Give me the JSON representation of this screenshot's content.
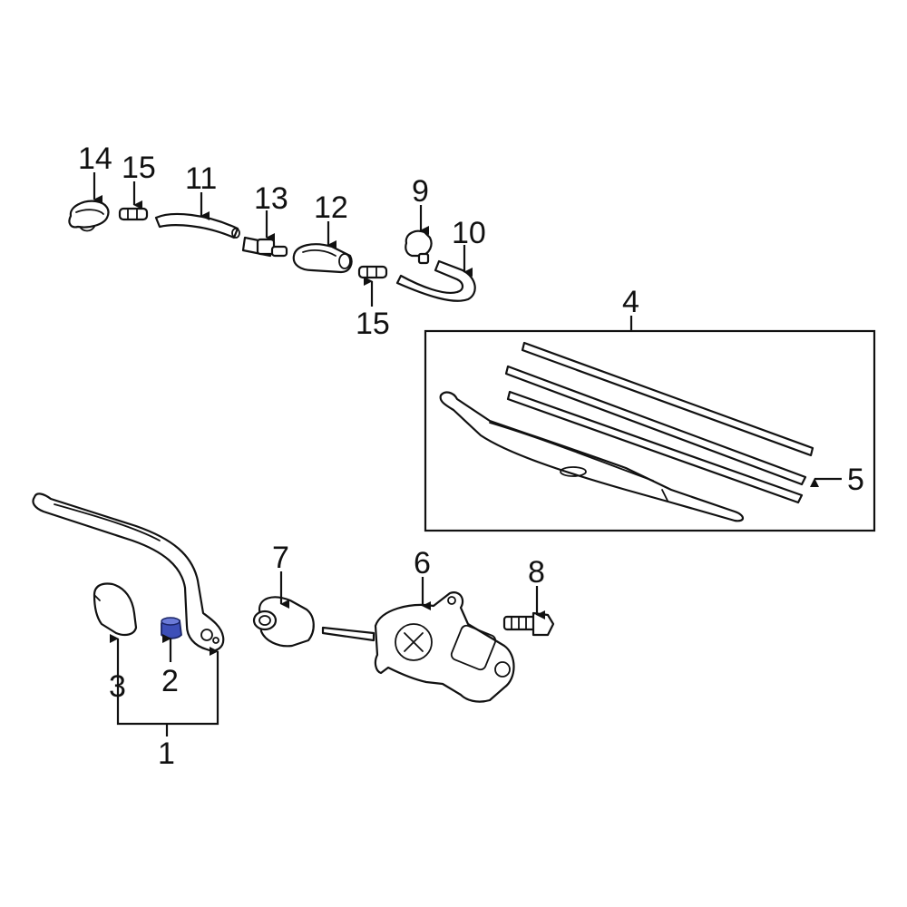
{
  "callouts": {
    "c1": "1",
    "c2": "2",
    "c3": "3",
    "c4": "4",
    "c5": "5",
    "c6": "6",
    "c7": "7",
    "c8": "8",
    "c9": "9",
    "c10": "10",
    "c11": "11",
    "c12": "12",
    "c13": "13",
    "c14": "14",
    "c15a": "15",
    "c15b": "15"
  },
  "colors": {
    "line": "#111111",
    "background": "#ffffff",
    "highlight_part_2": "#3d4fb8"
  }
}
